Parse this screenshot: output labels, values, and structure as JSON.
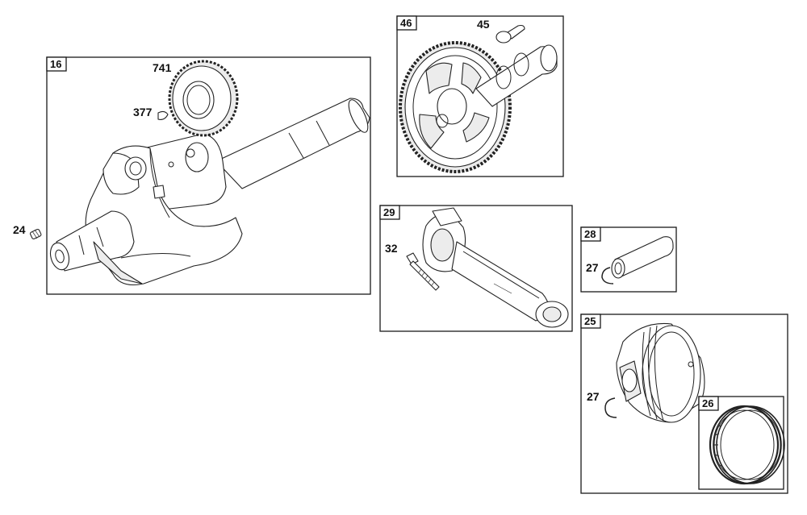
{
  "diagram": {
    "groups": [
      {
        "id": "g16",
        "label": "16"
      },
      {
        "id": "g46",
        "label": "46"
      },
      {
        "id": "g29",
        "label": "29"
      },
      {
        "id": "g28",
        "label": "28"
      },
      {
        "id": "g25",
        "label": "25"
      },
      {
        "id": "g26",
        "label": "26"
      }
    ],
    "callouts": {
      "c741": "741",
      "c377": "377",
      "c24": "24",
      "c45": "45",
      "c32": "32",
      "c27a": "27",
      "c27b": "27"
    }
  }
}
